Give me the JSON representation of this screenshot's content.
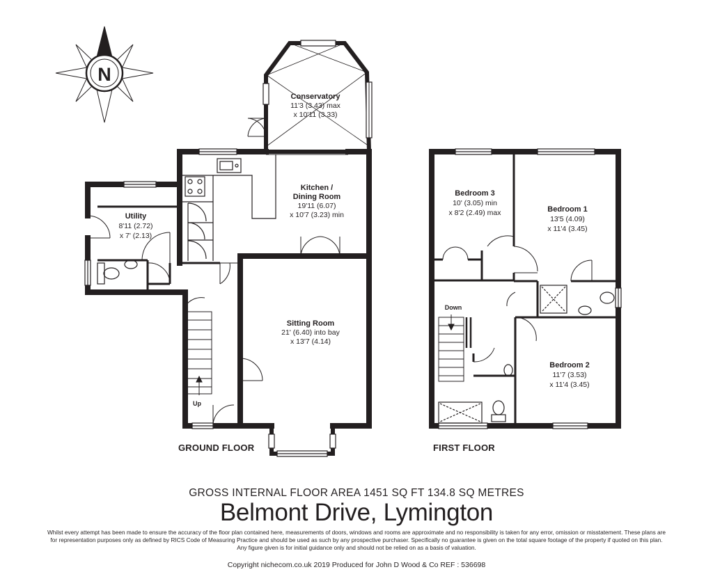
{
  "compass": {
    "label": "N",
    "icon": "compass-rose-icon"
  },
  "ground_floor": {
    "title": "GROUND FLOOR",
    "rooms": {
      "conservatory": {
        "name": "Conservatory",
        "dim1": "11'3 (3.43) max",
        "dim2": "x 10'11 (3.33)"
      },
      "kitchen": {
        "name1": "Kitchen /",
        "name2": "Dining Room",
        "dim1": "19'11 (6.07)",
        "dim2": "x 10'7 (3.23) min"
      },
      "utility": {
        "name": "Utility",
        "dim1": "8'11 (2.72)",
        "dim2": "x 7' (2.13)"
      },
      "sitting": {
        "name": "Sitting Room",
        "dim1": "21' (6.40) into bay",
        "dim2": "x 13'7 (4.14)"
      }
    },
    "stairs_label": "Up"
  },
  "first_floor": {
    "title": "FIRST FLOOR",
    "rooms": {
      "bedroom3": {
        "name": "Bedroom 3",
        "dim1": "10' (3.05) min",
        "dim2": "x 8'2 (2.49) max"
      },
      "bedroom1": {
        "name": "Bedroom 1",
        "dim1": "13'5 (4.09)",
        "dim2": "x 11'4 (3.45)"
      },
      "bedroom2": {
        "name": "Bedroom 2",
        "dim1": "11'7 (3.53)",
        "dim2": "x 11'4 (3.45)"
      }
    },
    "stairs_label": "Down"
  },
  "area": "GROSS INTERNAL FLOOR AREA 1451 SQ FT 134.8 SQ METRES",
  "title": "Belmont Drive, Lymington",
  "disclaimer": {
    "line1": "Whilst every attempt has been made to ensure the accuracy of the floor plan contained here, measurements of doors, windows and rooms are approximate and no responsibility is taken for any error, omission or misstatement. These plans are",
    "line2": "for representation purposes only as defined by RICS Code of Measuring Practice and should be used as such by any prospective purchaser.  Specifically no guarantee is given on the total square footage of the property if quoted on this plan.",
    "line3": "Any figure given is for initial guidance only and should not be relied on as a basis of valuation."
  },
  "copyright": "Copyright nichecom.co.uk 2019    Produced for John D Wood & Co    REF : 536698",
  "colors": {
    "wall": "#231f20",
    "background": "#ffffff",
    "compass_fill": "#ffffff"
  }
}
